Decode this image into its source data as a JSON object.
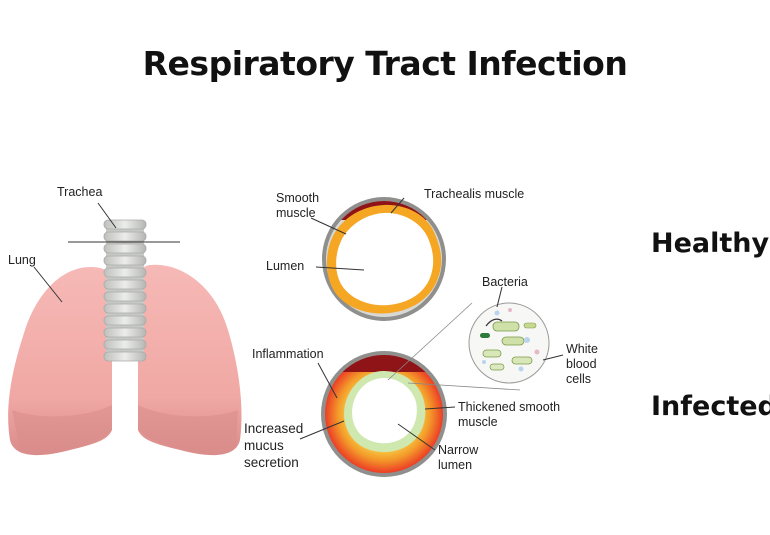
{
  "title": "Respiratory Tract Infection",
  "labels": {
    "trachea": "Trachea",
    "lung": "Lung",
    "smooth_muscle": "Smooth\nmuscle",
    "trachealis_muscle": "Trachealis muscle",
    "lumen": "Lumen",
    "bacteria": "Bacteria",
    "white_blood_cells": "White\nblood\ncells",
    "inflammation": "Inflammation",
    "increased_mucus": "Increased\nmucus\nsecretion",
    "thickened_muscle": "Thickened smooth\nmuscle",
    "narrow_lumen": "Narrow\nlumen"
  },
  "status": {
    "healthy": "Healthy",
    "infected": "Infected"
  },
  "colors": {
    "lung": "#f1aaa7",
    "trachea": "#d4d5d2",
    "wall_gray": "#9b9b9b",
    "trachealis": "#8e1418",
    "healthy_lining": "#f5a623",
    "infected_red": "#ee3b23",
    "infected_yellow": "#f9d94a",
    "infected_green": "#cfe8b0"
  }
}
